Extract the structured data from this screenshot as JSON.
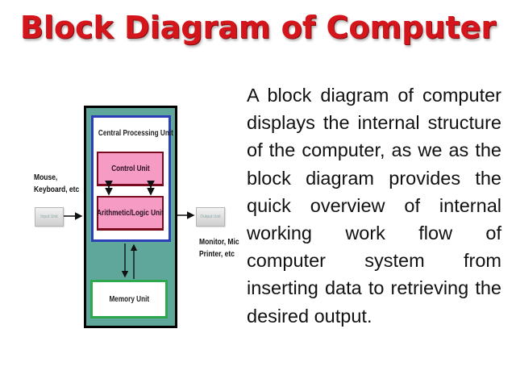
{
  "title": "Block Diagram of Computer",
  "diagram": {
    "cpu_label": "Central Processing Unit",
    "control_unit_label": "Control Unit",
    "alu_label": "Arithmetic/Logic Unit",
    "memory_unit_label": "Memory Unit",
    "input_unit_label": "Input Unit",
    "output_unit_label": "Output Unit",
    "input_devices": [
      "Mouse,",
      "Keyboard, etc"
    ],
    "output_devices": [
      "Monitor, Mic",
      "Printer, etc"
    ],
    "colors": {
      "title": "#d4161c",
      "outer_fill": "#5fa79a",
      "outer_border": "#000000",
      "cpu_border": "#2d3fb8",
      "unit_fill": "#f59bc4",
      "unit_border": "#7a0a1e",
      "memory_border": "#2ea84f"
    }
  },
  "description": "A block diagram of computer displays the internal structure of the computer, as we as the block diagram provides the quick overview of internal working work flow of computer system from inserting data to retrieving the desired output."
}
